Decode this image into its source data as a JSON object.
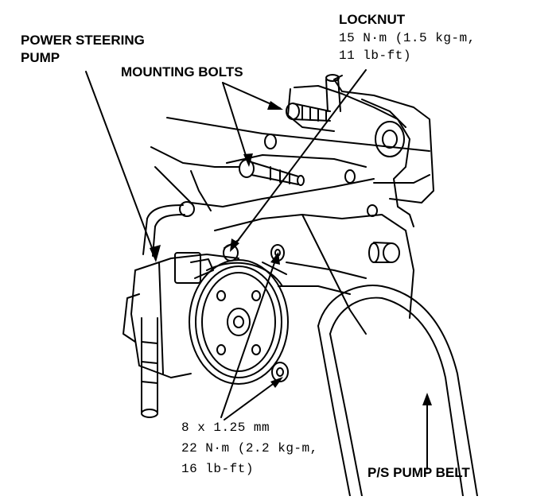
{
  "labels": {
    "power_steering_pump": [
      "POWER STEERING",
      "PUMP"
    ],
    "mounting_bolts": "MOUNTING BOLTS",
    "locknut": {
      "title": "LOCKNUT",
      "torque": [
        "15 N·m (1.5 kg-m,",
        "11 lb-ft)"
      ]
    },
    "lower_bolt": [
      "8 x 1.25 mm",
      "22 N·m (2.2 kg-m,",
      "16 lb-ft)"
    ],
    "belt": "P/S PUMP BELT"
  },
  "colors": {
    "ink": "#000000",
    "paper": "#ffffff"
  }
}
